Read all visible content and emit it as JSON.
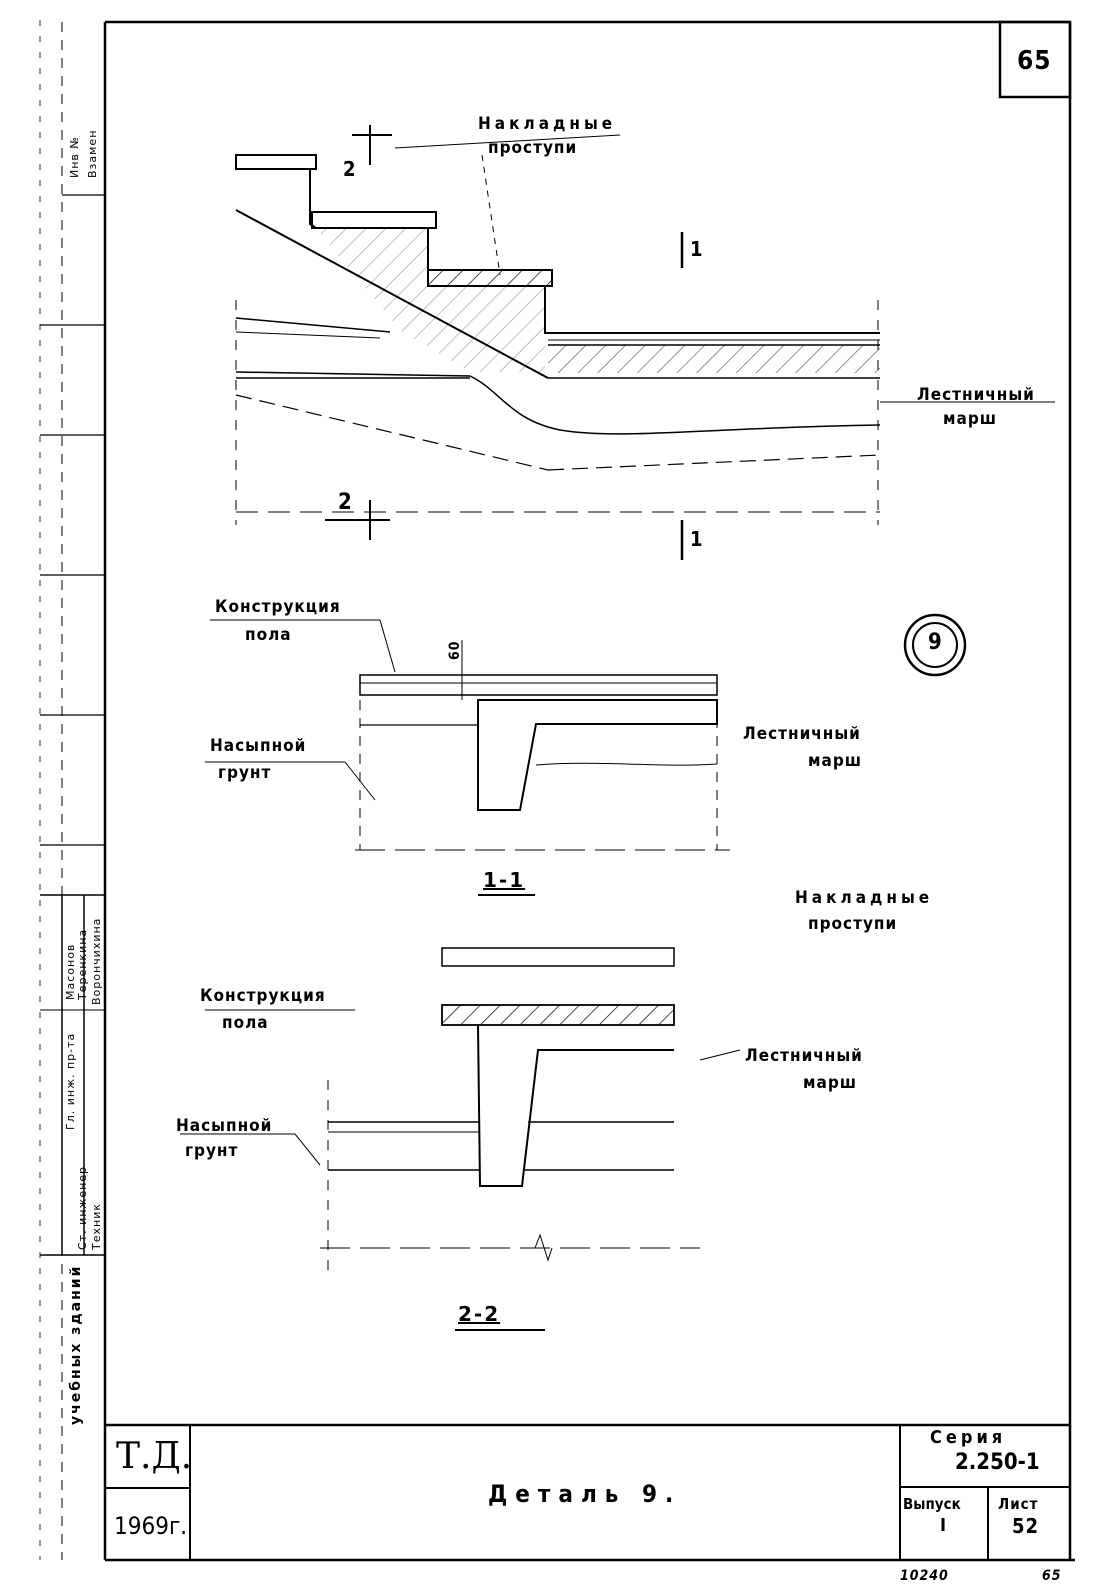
{
  "sheet_number": "65",
  "top_detail": {
    "section_mark": "2",
    "section_mark_1": "1",
    "label_treads": [
      "Накладные",
      "проступи"
    ],
    "label_flight": [
      "Лестничный",
      "марш"
    ]
  },
  "detail_marker": "9",
  "section_1_1": {
    "title": "1-1",
    "label_floor": [
      "Конструкция",
      "пола"
    ],
    "dimension": "60",
    "label_fill": [
      "Насыпной",
      "грунт"
    ],
    "label_flight": [
      "Лестничный",
      "марш"
    ]
  },
  "section_2_2": {
    "title": "2-2",
    "label_treads": [
      "Накладные",
      "проступи"
    ],
    "label_floor": [
      "Конструкция",
      "пола"
    ],
    "label_fill": [
      "Насыпной",
      "грунт"
    ],
    "label_flight": [
      "Лестничный",
      "марш"
    ]
  },
  "side_stamp": {
    "inv": "Инв №",
    "vzamen": "Взамен",
    "series_name": "учебных зданий",
    "roles": [
      "Гл. инж. пр-та",
      "Ст. инженер",
      "Техник"
    ],
    "names": [
      "Масонов",
      "Теренкина",
      "Ворончихина"
    ]
  },
  "title_block": {
    "org": "Т.Д.",
    "year": "1969г.",
    "title": "Деталь 9.",
    "series_label": "Серия",
    "series_value": "2.250-1",
    "issue_label": "Выпуск",
    "issue_value": "I",
    "sheet_label": "Лист",
    "sheet_value": "52"
  },
  "footer_left": "10240",
  "footer_right": "65"
}
